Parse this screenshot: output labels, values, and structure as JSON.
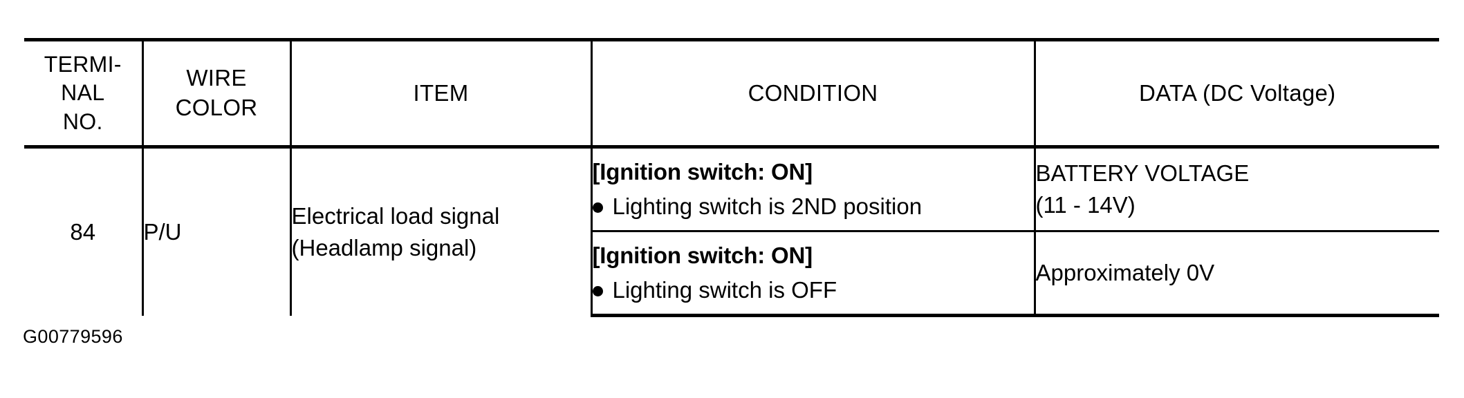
{
  "document": {
    "figure_caption": "G00779596"
  },
  "table": {
    "headers": [
      {
        "id": "terminal-no",
        "lines": [
          "TERMI-",
          "NAL",
          "NO."
        ]
      },
      {
        "id": "wire-color",
        "lines": [
          "WIRE",
          "COLOR"
        ]
      },
      {
        "id": "item",
        "lines": [
          "ITEM"
        ]
      },
      {
        "id": "condition",
        "lines": [
          "CONDITION"
        ]
      },
      {
        "id": "data",
        "lines": [
          "DATA (DC Voltage)"
        ]
      }
    ],
    "rows": [
      {
        "terminal_no": "84",
        "wire_color": "P/U",
        "item_lines": [
          "Electrical load signal",
          "(Headlamp signal)"
        ],
        "conditions": [
          {
            "title": "[Ignition switch: ON]",
            "bullet": "Lighting switch is 2ND position",
            "data_lines": [
              "BATTERY VOLTAGE",
              "(11 - 14V)"
            ]
          },
          {
            "title": "[Ignition switch: ON]",
            "bullet": "Lighting switch is OFF",
            "data_lines": [
              "Approximately 0V"
            ]
          }
        ]
      }
    ]
  },
  "colors": {
    "ink": "#000000",
    "paper": "#ffffff"
  }
}
